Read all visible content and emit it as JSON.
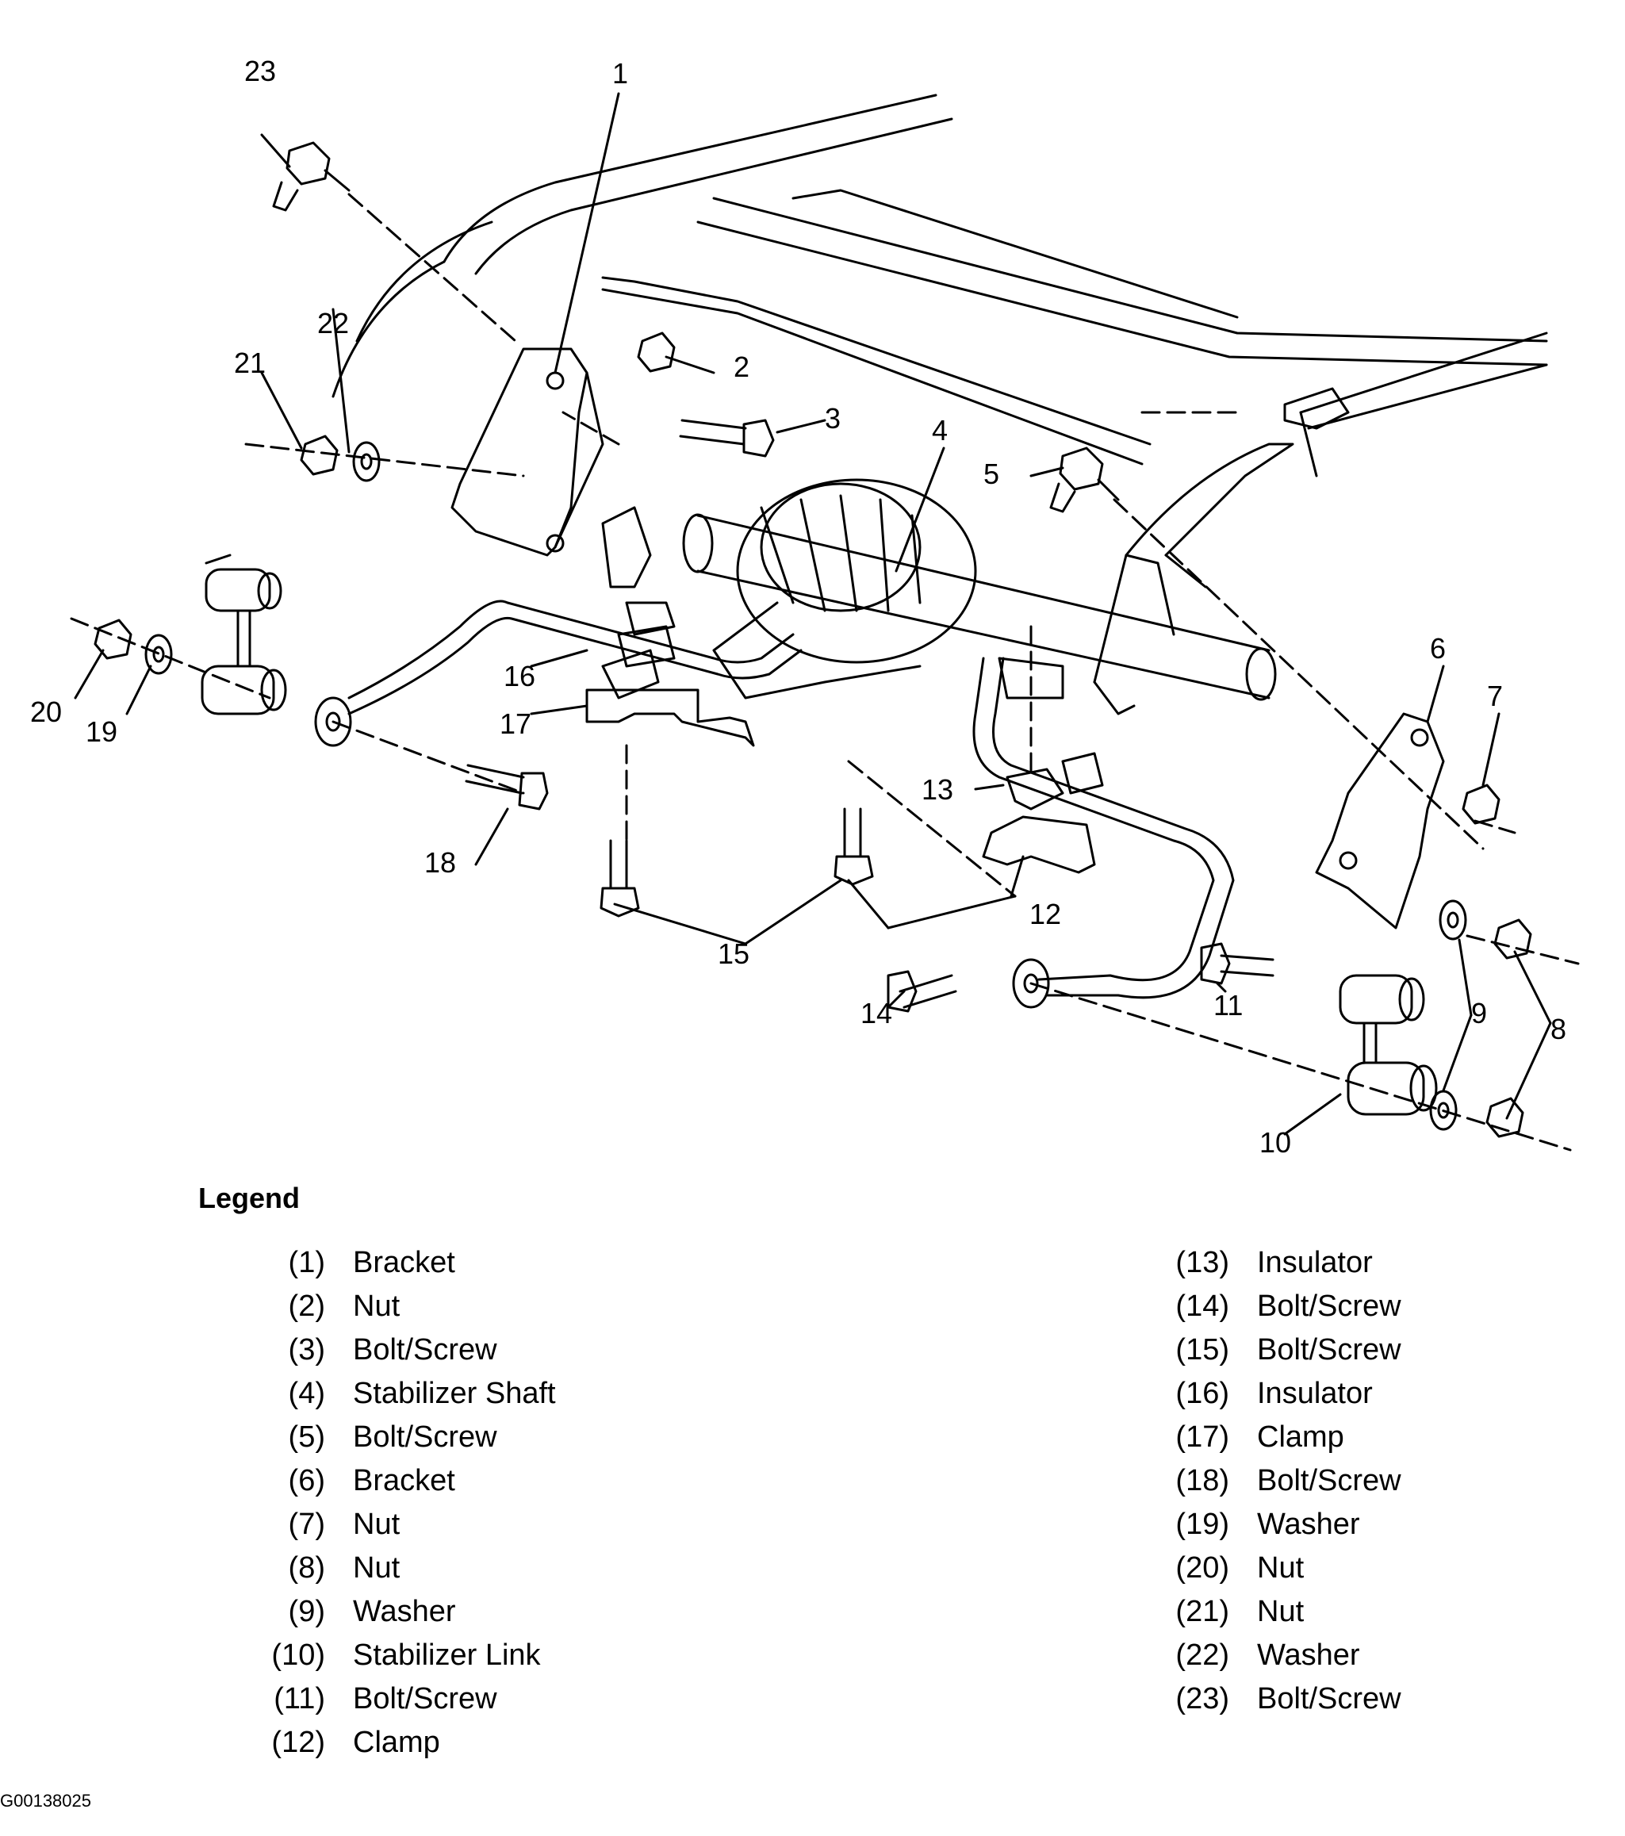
{
  "callouts": [
    "1",
    "2",
    "3",
    "4",
    "5",
    "6",
    "7",
    "8",
    "9",
    "10",
    "11",
    "12",
    "13",
    "14",
    "15",
    "16",
    "17",
    "18",
    "19",
    "20",
    "21",
    "22",
    "23"
  ],
  "legend": {
    "title": "Legend",
    "items": [
      {
        "num": "(1)",
        "label": "Bracket"
      },
      {
        "num": "(2)",
        "label": "Nut"
      },
      {
        "num": "(3)",
        "label": "Bolt/Screw"
      },
      {
        "num": "(4)",
        "label": "Stabilizer Shaft"
      },
      {
        "num": "(5)",
        "label": "Bolt/Screw"
      },
      {
        "num": "(6)",
        "label": "Bracket"
      },
      {
        "num": "(7)",
        "label": "Nut"
      },
      {
        "num": "(8)",
        "label": "Nut"
      },
      {
        "num": "(9)",
        "label": "Washer"
      },
      {
        "num": "(10)",
        "label": "Stabilizer Link"
      },
      {
        "num": "(11)",
        "label": "Bolt/Screw"
      },
      {
        "num": "(12)",
        "label": "Clamp"
      },
      {
        "num": "(13)",
        "label": "Insulator"
      },
      {
        "num": "(14)",
        "label": "Bolt/Screw"
      },
      {
        "num": "(15)",
        "label": "Bolt/Screw"
      },
      {
        "num": "(16)",
        "label": "Insulator"
      },
      {
        "num": "(17)",
        "label": "Clamp"
      },
      {
        "num": "(18)",
        "label": "Bolt/Screw"
      },
      {
        "num": "(19)",
        "label": "Washer"
      },
      {
        "num": "(20)",
        "label": "Nut"
      },
      {
        "num": "(21)",
        "label": "Nut"
      },
      {
        "num": "(22)",
        "label": "Washer"
      },
      {
        "num": "(23)",
        "label": "Bolt/Screw"
      }
    ]
  },
  "figure_id": "G00138025"
}
